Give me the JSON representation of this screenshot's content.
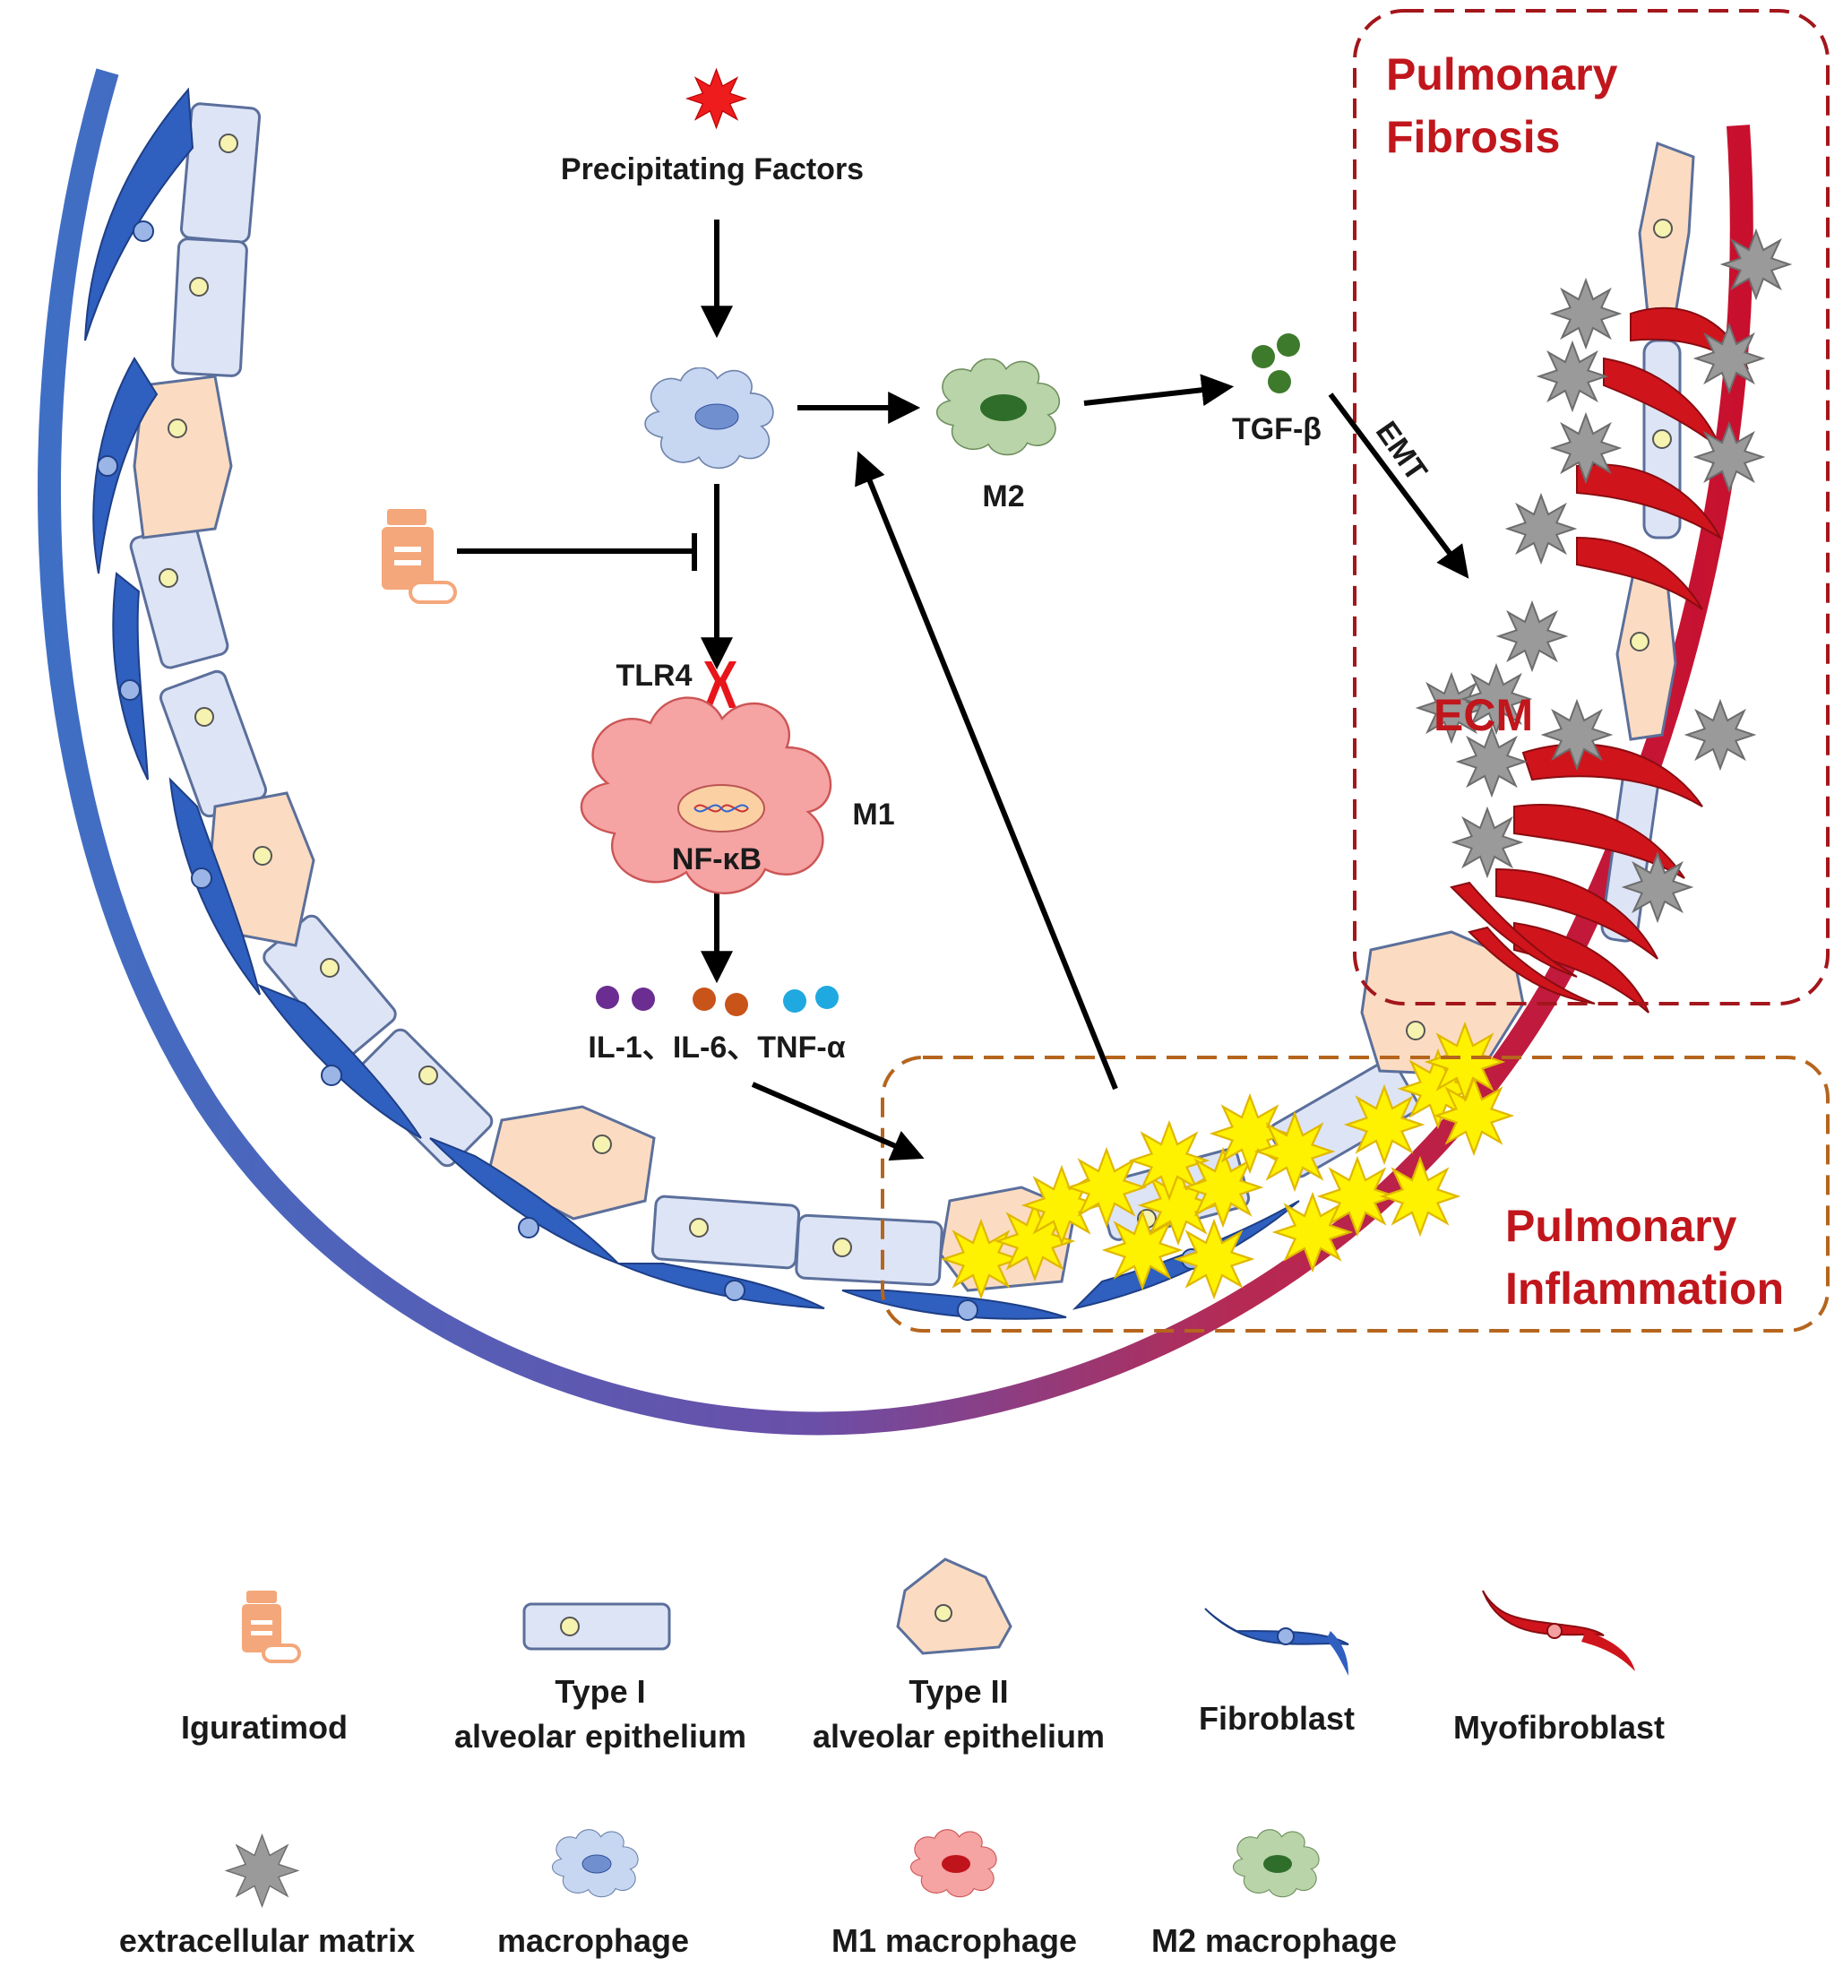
{
  "diagram": {
    "precipitating_factors": "Precipitating Factors",
    "m2": "M2",
    "tgf_beta": "TGF-β",
    "emt": "EMT",
    "tlr4": "TLR4",
    "m1": "M1",
    "nfkb": "NF-κB",
    "cytokines": "IL-1、IL-6、TNF-α",
    "ecm": "ECM",
    "fibrosis_line1": "Pulmonary",
    "fibrosis_line2": "Fibrosis",
    "inflammation_line1": "Pulmonary",
    "inflammation_line2": "Inflammation"
  },
  "legend": {
    "iguratimod": "Iguratimod",
    "type1_line1": "Type I",
    "type1_line2": "alveolar epithelium",
    "type2_line1": "Type II",
    "type2_line2": "alveolar epithelium",
    "fibroblast": "Fibroblast",
    "myofibroblast": "Myofibroblast",
    "ecm": "extracellular matrix",
    "macrophage": "macrophage",
    "m1_macrophage": "M1 macrophage",
    "m2_macrophage": "M2 macrophage"
  },
  "colors": {
    "arc_blue": "#3f6fc4",
    "arc_red": "#c8102e",
    "type1_fill": "#dde4f6",
    "type2_fill": "#fbdcc2",
    "fibroblast": "#2f5fbf",
    "myofibroblast": "#d0141c",
    "macrophage": "#c7d7f2",
    "m1": "#f5a3a3",
    "m2": "#b9d4a8",
    "ecm": "#9a9a9a",
    "dashed_fibrosis": "#a3161c",
    "dashed_inflammation": "#b5651d",
    "drug": "#f4a77a"
  }
}
